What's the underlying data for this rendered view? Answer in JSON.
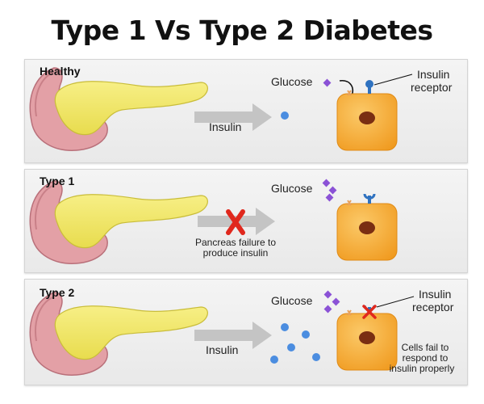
{
  "title": "Type 1 Vs Type 2 Diabetes",
  "panels": [
    {
      "label": "Healthy",
      "glucose_label": "Glucose",
      "insulin_label": "Insulin",
      "receptor_label_line1": "Insulin",
      "receptor_label_line2": "receptor"
    },
    {
      "label": "Type 1",
      "glucose_label": "Glucose",
      "failure_line1": "Pancreas failure to",
      "failure_line2": "produce insulin"
    },
    {
      "label": "Type 2",
      "glucose_label": "Glucose",
      "insulin_label": "Insulin",
      "receptor_label_line1": "Insulin",
      "receptor_label_line2": "receptor",
      "cells_line1": "Cells fail to",
      "cells_line2": "respond to",
      "cells_line3": "insulin properly"
    }
  ],
  "colors": {
    "pancreas": "#f2e96a",
    "duodenum": "#e3a0a6",
    "cell": "#f7b23a",
    "nucleus": "#7a2e12",
    "insulin": "#4b8de0",
    "glucose": "#8b52d6",
    "receptor": "#2f72c0",
    "cross": "#e0281d",
    "arrow": "#c4c4c4"
  },
  "icons": [
    "pancreas-icon",
    "cell-icon",
    "insulin-molecule-icon",
    "glucose-molecule-icon",
    "insulin-receptor-icon",
    "red-x-icon"
  ]
}
